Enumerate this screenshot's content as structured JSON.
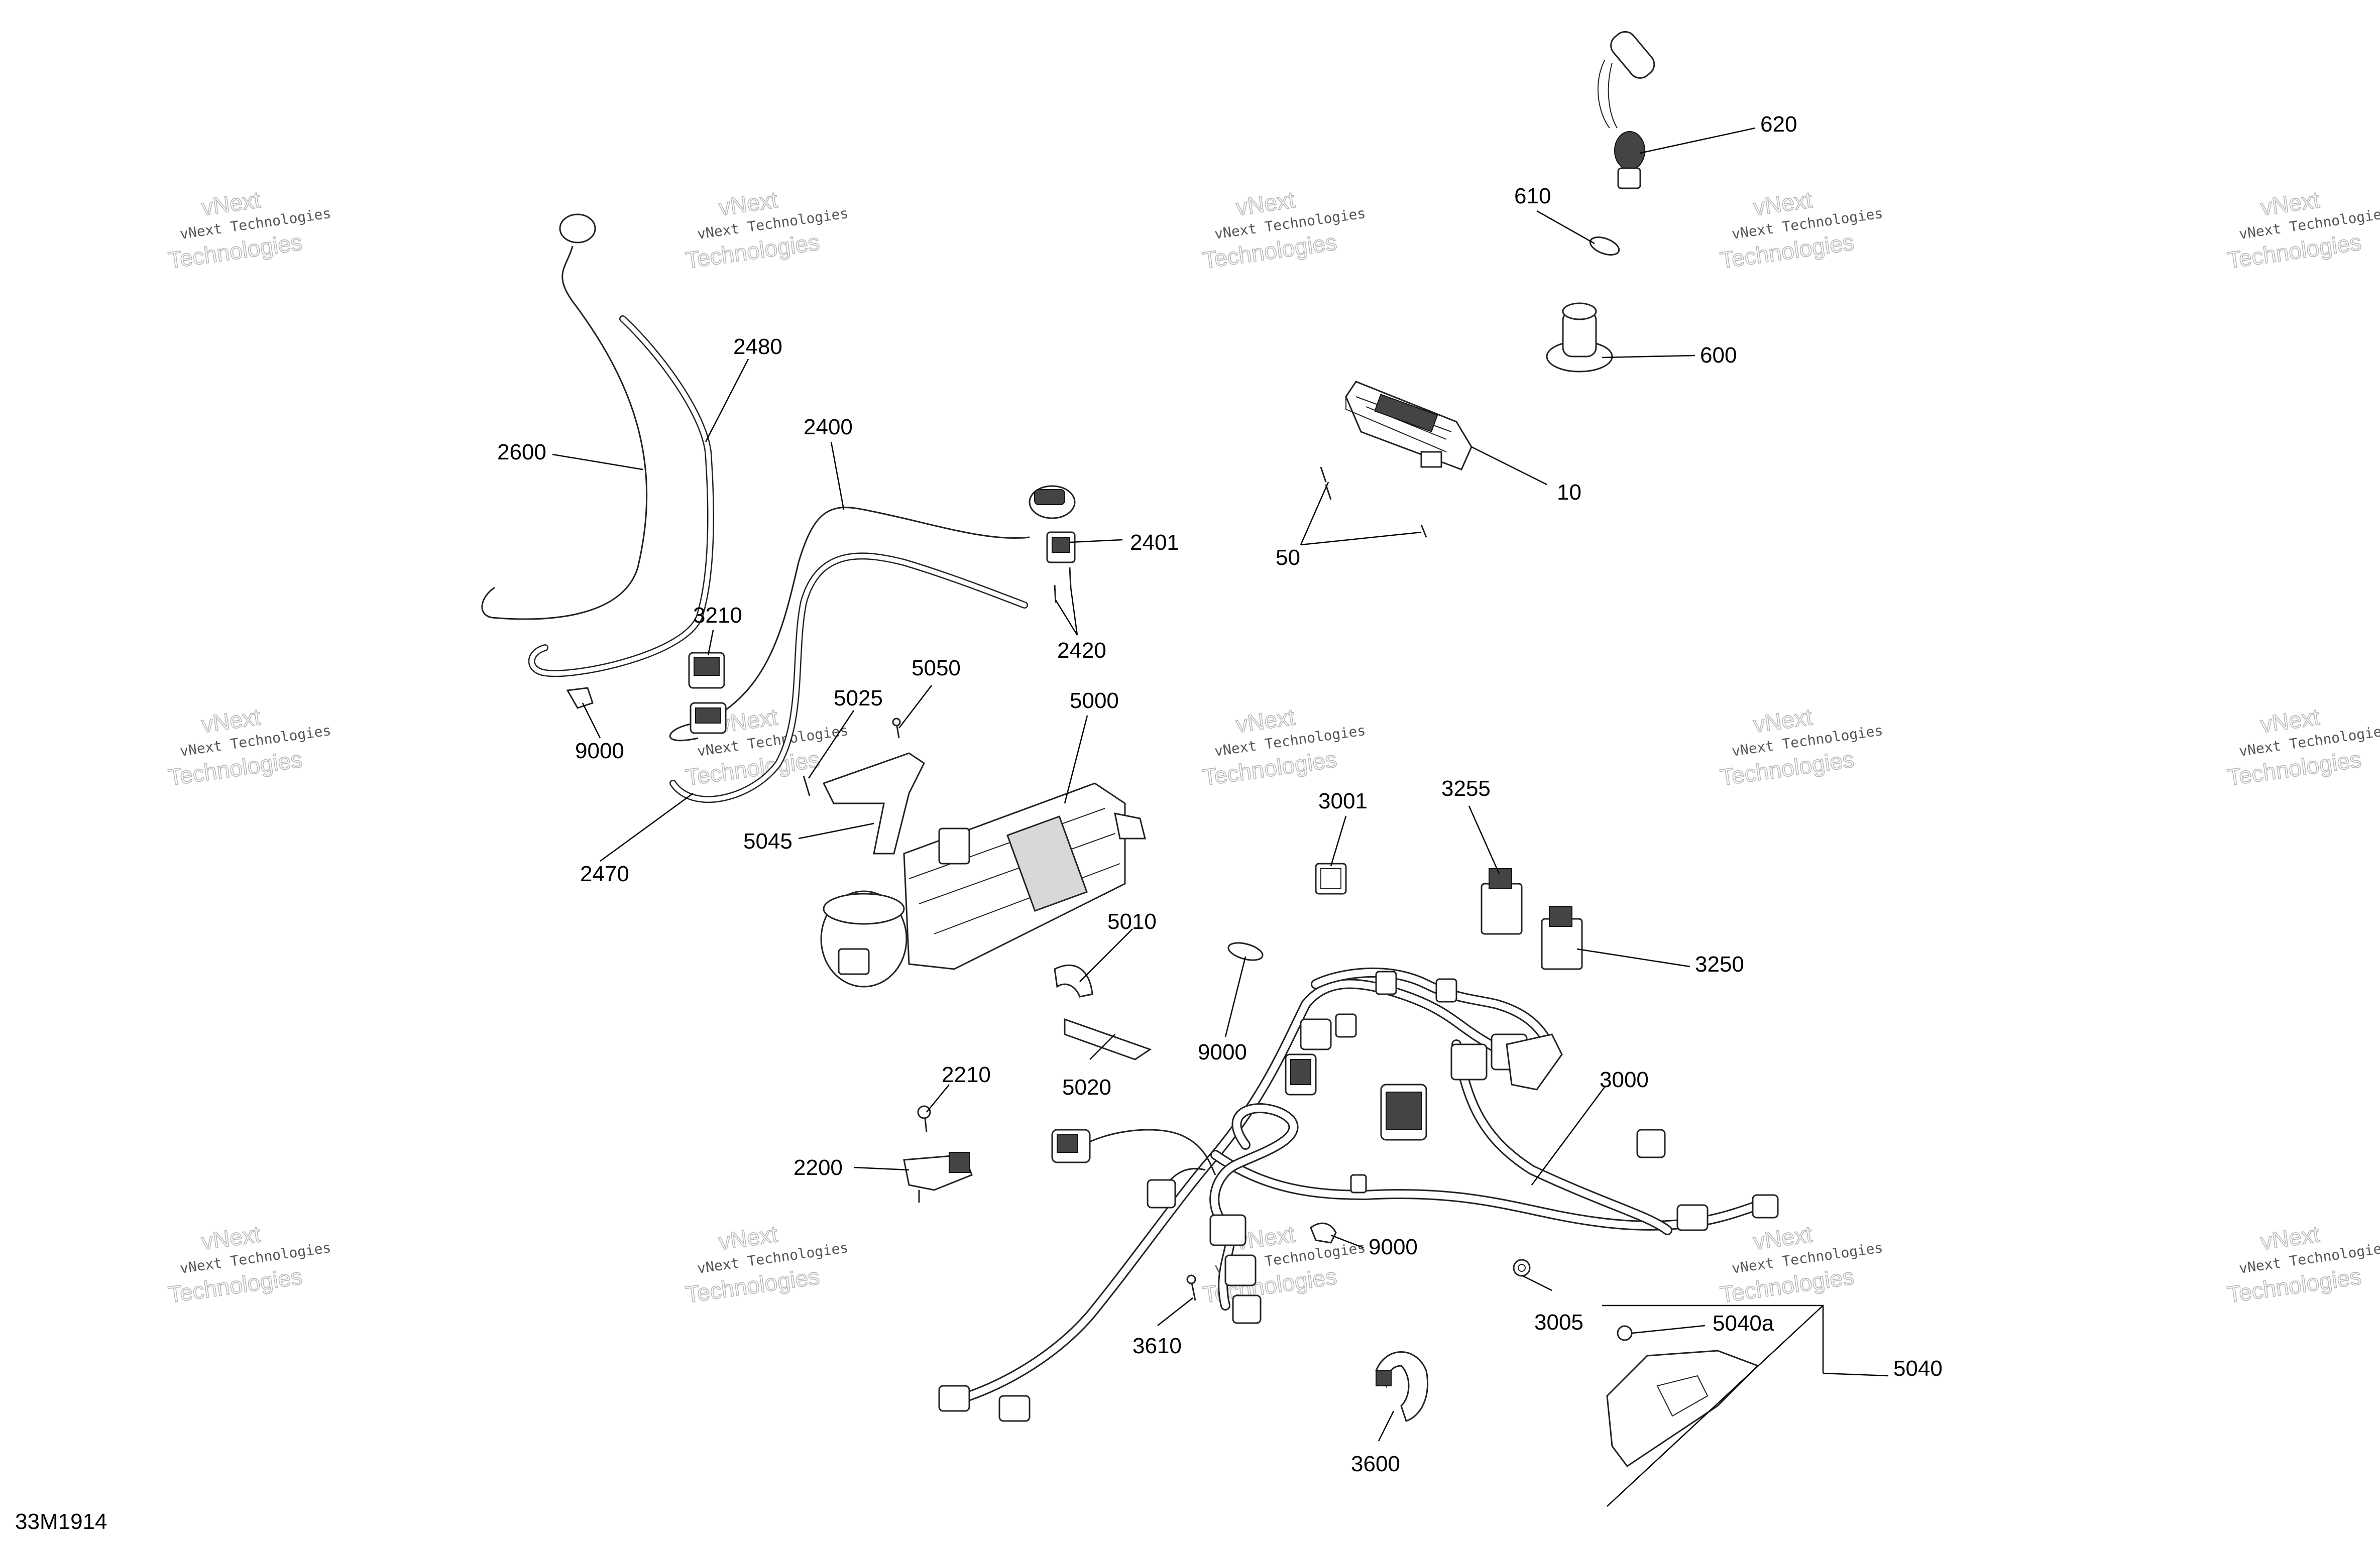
{
  "document_id": "33M1914",
  "watermark": {
    "brand": "vNext",
    "company": "vNext Technologies",
    "big_text": "Technologies"
  },
  "callouts": [
    {
      "id": "c620",
      "label": "620"
    },
    {
      "id": "c610",
      "label": "610"
    },
    {
      "id": "c600",
      "label": "600"
    },
    {
      "id": "c10",
      "label": "10"
    },
    {
      "id": "c50",
      "label": "50"
    },
    {
      "id": "c2480",
      "label": "2480"
    },
    {
      "id": "c2600",
      "label": "2600"
    },
    {
      "id": "c2400",
      "label": "2400"
    },
    {
      "id": "c2401",
      "label": "2401"
    },
    {
      "id": "c2420",
      "label": "2420"
    },
    {
      "id": "c3210",
      "label": "3210"
    },
    {
      "id": "c9000a",
      "label": "9000"
    },
    {
      "id": "c5050",
      "label": "5050"
    },
    {
      "id": "c5025",
      "label": "5025"
    },
    {
      "id": "c5000",
      "label": "5000"
    },
    {
      "id": "c5045",
      "label": "5045"
    },
    {
      "id": "c2470",
      "label": "2470"
    },
    {
      "id": "c3001",
      "label": "3001"
    },
    {
      "id": "c3255",
      "label": "3255"
    },
    {
      "id": "c3250",
      "label": "3250"
    },
    {
      "id": "c5010",
      "label": "5010"
    },
    {
      "id": "c9000b",
      "label": "9000"
    },
    {
      "id": "c5020",
      "label": "5020"
    },
    {
      "id": "c3000",
      "label": "3000"
    },
    {
      "id": "c2210",
      "label": "2210"
    },
    {
      "id": "c2200",
      "label": "2200"
    },
    {
      "id": "c9000c",
      "label": "9000"
    },
    {
      "id": "c3005",
      "label": "3005"
    },
    {
      "id": "c5040a",
      "label": "5040a"
    },
    {
      "id": "c5040",
      "label": "5040"
    },
    {
      "id": "c3610",
      "label": "3610"
    },
    {
      "id": "c3600",
      "label": "3600"
    }
  ]
}
